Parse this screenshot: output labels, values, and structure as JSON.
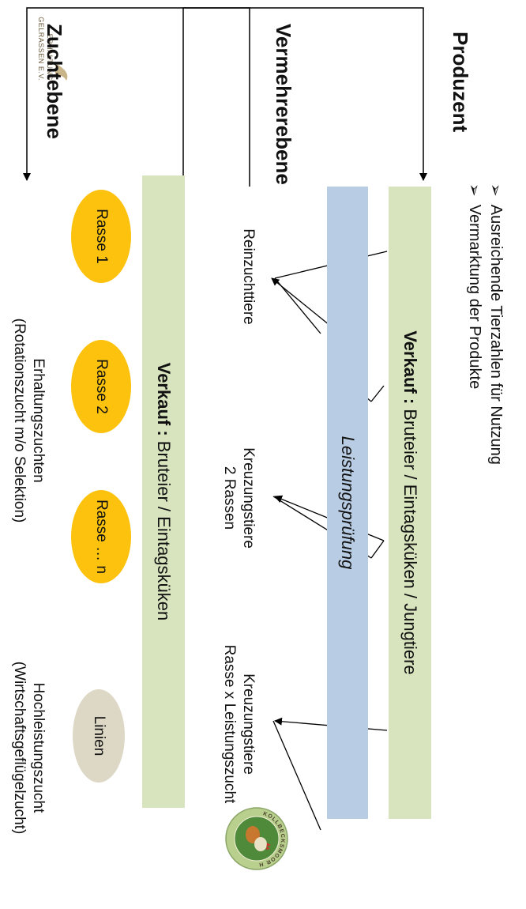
{
  "org_logo": {
    "lines": [
      "ERHALTUNG",
      "GELRASSEN E.V."
    ],
    "color": "#8b7a5a"
  },
  "levels": {
    "zucht": "Zuchtebene",
    "vermehrer": "Vermehrerebene",
    "produzent": "Produzent"
  },
  "headings": {
    "erhaltung_line1": "Erhaltungszuchten",
    "erhaltung_line2": "(Rotationszucht m/o Selektion)",
    "hochleistung_line1": "Hochleistungszucht",
    "hochleistung_line2": "(Wirtschaftsgeflügelzucht)"
  },
  "breeds": [
    {
      "label": "Rasse 1"
    },
    {
      "label": "Rasse 2"
    },
    {
      "label": "Rasse … n"
    }
  ],
  "linien": {
    "label": "Linien"
  },
  "sale_band_1": {
    "bold": "Verkauf :",
    "rest": " Bruteier / Eintagsküken"
  },
  "offspring": {
    "reinzucht": "Reinzuchttiere",
    "kreuz2_line1": "Kreuzungstiere",
    "kreuz2_line2": "2 Rassen",
    "kreuzL_line1": "Kreuzungstiere",
    "kreuzL_line2": "Rasse x Leistungszucht"
  },
  "leistungspruefung": "Leistungsprüfung",
  "sale_band_2": {
    "bold": "Verkauf :",
    "rest": " Bruteier / Eintagsküken / Jungtiere"
  },
  "produzent_points": [
    "Ausreichende Tierzahlen für Nutzung",
    "Vermarktung der Produkte"
  ],
  "badge": {
    "arc_text": "KOLLBECKSMOOR HUHN",
    "ring_color": "#b9cf8e",
    "inner_color": "#4f8a3a",
    "hen_color": "#c8772f"
  },
  "colors": {
    "oval_yellow": "#fcc20d",
    "oval_linien": "#ddd8c5",
    "green_band": "#d7e4bd",
    "blue_band": "#b8cce4",
    "line": "#000000"
  }
}
